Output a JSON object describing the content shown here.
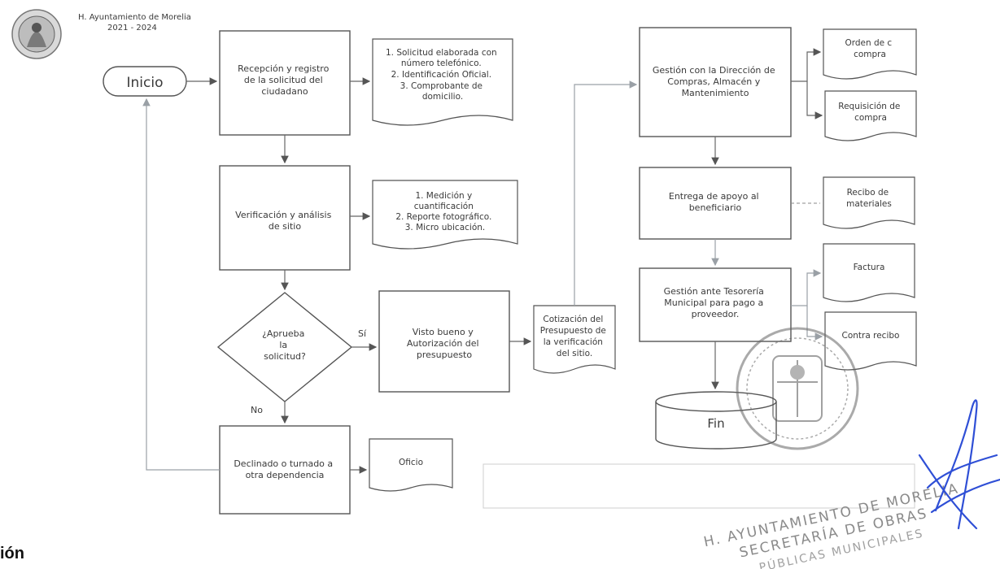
{
  "header": {
    "org_name": "H. Ayuntamiento de Morelia",
    "period": "2021 - 2024"
  },
  "flow": {
    "start": "Inicio",
    "end": "Fin",
    "reception": [
      "Recepción y registro",
      "de la solicitud del",
      "ciudadano"
    ],
    "doc_requirements": [
      "1. Solicitud elaborada con",
      "número telefónico.",
      "2. Identificación Oficial.",
      "3. Comprobante de",
      "domicilio."
    ],
    "verification": [
      "Verificación y análisis",
      "de sitio"
    ],
    "doc_measurements": [
      "1. Medición y",
      "cuantificación",
      "2. Reporte fotográfico.",
      "3. Micro ubicación."
    ],
    "decision": [
      "¿Aprueba",
      "la",
      "solicitud?"
    ],
    "label_yes": "Sí",
    "label_no": "No",
    "approval": [
      "Visto bueno y",
      "Autorización del",
      "presupuesto"
    ],
    "doc_quote": [
      "Cotización del",
      "Presupuesto de",
      "la verificación",
      "del sitio."
    ],
    "declined": [
      "Declinado o turnado a",
      "otra dependencia"
    ],
    "doc_oficio": "Oficio",
    "purchasing": [
      "Gestión con la Dirección de",
      "Compras, Almacén y",
      "Mantenimiento"
    ],
    "doc_purchase_order": [
      "Orden de c",
      "compra"
    ],
    "doc_requisition": [
      "Requisición de",
      "compra"
    ],
    "delivery": [
      "Entrega de apoyo al",
      "beneficiario"
    ],
    "doc_receipt": [
      "Recibo de",
      "materiales"
    ],
    "treasury": [
      "Gestión ante Tesorería",
      "Municipal para pago a",
      "proveedor."
    ],
    "doc_invoice": "Factura",
    "doc_counter_receipt": "Contra recibo"
  },
  "stamp": {
    "lines": [
      "H. AYUNTAMIENTO DE MORELIA",
      "SECRETARÍA DE OBRAS",
      "PÚBLICAS MUNICIPALES"
    ],
    "color": "#8a8a8a"
  },
  "section_title": "ión"
}
